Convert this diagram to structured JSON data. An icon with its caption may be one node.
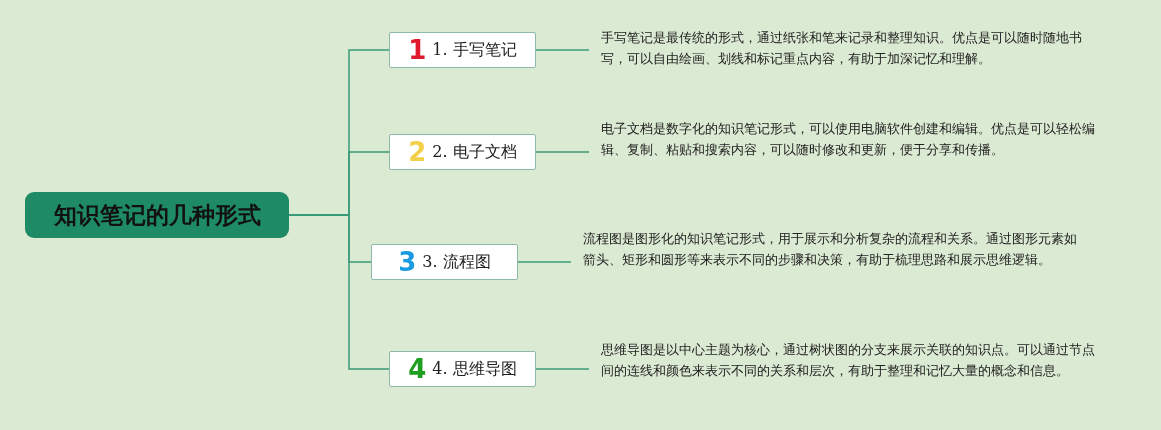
{
  "diagram": {
    "nodes": [
      {
        "text": [
          "知识笔记的几种形式"
        ]
      },
      {
        "text": [
          "1",
          "1. 手写笔记"
        ]
      },
      {
        "text": [
          "2",
          "2. 电子文档"
        ]
      },
      {
        "text": [
          "3",
          "3. 流程图"
        ]
      },
      {
        "text": [
          "4",
          "4. 思维导图"
        ]
      },
      {
        "text": [
          "手写笔记是最传统的形式，通过纸张和笔来记录和整理知识。优点是可以随时随地书写，可以自由绘画、划线和标记重点内容，有助于加深记忆和理解。"
        ]
      },
      {
        "text": [
          "电子文档是数字化的知识笔记形式，可以使用电脑软件创建和编辑。优点是可以轻松编辑、复制、粘贴和搜索内容，可以随时修改和更新，便于分享和传播。"
        ]
      },
      {
        "text": [
          "流程图是图形化的知识笔记形式，用于展示和分析复杂的流程和关系。通过图形元素如箭头、矩形和圆形等来表示不同的步骤和决策，有助于梳理思路和展示思维逻辑。"
        ]
      },
      {
        "text": [
          "思维导图是以中心主题为核心，通过树状图的分支来展示关联的知识点。可以通过节点间的连线和颜色来表示不同的关系和层次，有助于整理和记忆大量的概念和信息。"
        ]
      }
    ],
    "edges": [
      {
        "from": 0,
        "to": 1,
        "arrow": "none"
      },
      {
        "from": 0,
        "to": 2,
        "arrow": "none"
      },
      {
        "from": 0,
        "to": 3,
        "arrow": "none"
      },
      {
        "from": 0,
        "to": 4,
        "arrow": "none"
      },
      {
        "from": 1,
        "to": 5,
        "arrow": "none"
      },
      {
        "from": 2,
        "to": 6,
        "arrow": "none"
      },
      {
        "from": 3,
        "to": 7,
        "arrow": "none"
      },
      {
        "from": 4,
        "to": 8,
        "arrow": "none"
      }
    ]
  }
}
